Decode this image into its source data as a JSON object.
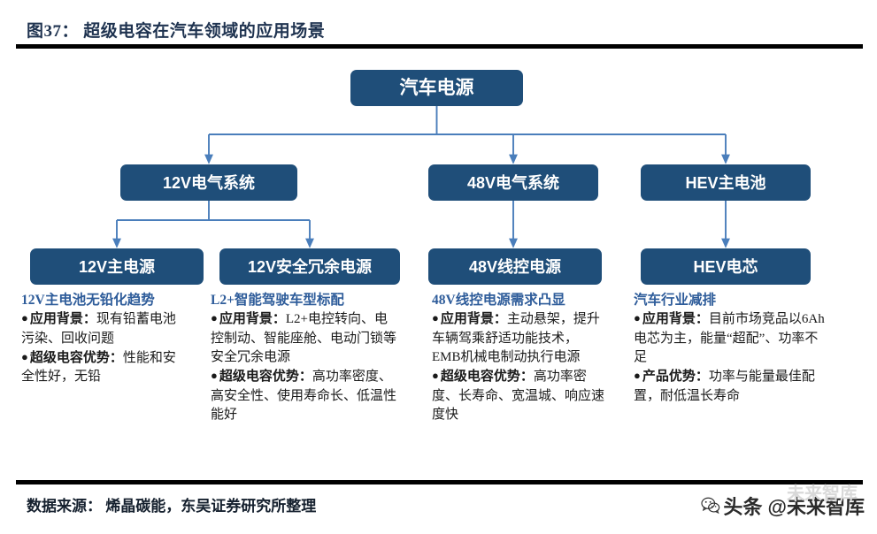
{
  "figure": {
    "title": "图37： 超级电容在汽车领域的应用场景",
    "source": "数据来源： 烯晶碳能，东吴证券研究所整理"
  },
  "watermark": {
    "text": "头条 @未来智库",
    "ghost_text": "未来智库",
    "icon": "wechat-icon"
  },
  "colors": {
    "node_fill": "#1f4e79",
    "node_text": "#ffffff",
    "connector": "#4a7ebb",
    "heading": "#2e5c9a",
    "body_text": "#1a1a1a",
    "rule": "#000000",
    "title": "#1f3350"
  },
  "tree": {
    "root": {
      "label": "汽车电源"
    },
    "level2": [
      {
        "label": "12V电气系统"
      },
      {
        "label": "48V电气系统"
      },
      {
        "label": "HEV主电池"
      }
    ],
    "level3": [
      {
        "label": "12V主电源"
      },
      {
        "label": "12V安全冗余电源"
      },
      {
        "label": "48V线控电源"
      },
      {
        "label": "HEV电芯"
      }
    ]
  },
  "columns": [
    {
      "heading": "12V主电池无铅化趋势",
      "items": [
        {
          "bullet": "●",
          "lead": "应用背景：",
          "text": "现有铅蓄电池污染、回收问题"
        },
        {
          "bullet": "●",
          "lead": "超级电容优势：",
          "text": "性能和安全性好，无铅"
        }
      ]
    },
    {
      "heading": "L2+智能驾驶车型标配",
      "items": [
        {
          "bullet": "●",
          "lead": "应用背景：",
          "text": "L2+电控转向、电控制动、智能座舱、电动门锁等安全冗余电源"
        },
        {
          "bullet": "●",
          "lead": "超级电容优势：",
          "text": "高功率密度、高安全性、使用寿命长、低温性能好"
        }
      ]
    },
    {
      "heading": "48V线控电源需求凸显",
      "items": [
        {
          "bullet": "●",
          "lead": "应用背景：",
          "text": "主动悬架，提升车辆驾乘舒适功能技术，EMB机械电制动执行电源"
        },
        {
          "bullet": "●",
          "lead": "超级电容优势：",
          "text": "高功率密度、长寿命、宽温城、响应速度快"
        }
      ]
    },
    {
      "heading": "汽车行业减排",
      "items": [
        {
          "bullet": "●",
          "lead": "应用背景：",
          "text": "目前市场竞品以6Ah电芯为主，能量“超配”、功率不足"
        },
        {
          "bullet": "●",
          "lead": "产品优势：",
          "text": "功率与能量最佳配置，耐低温长寿命"
        }
      ]
    }
  ]
}
